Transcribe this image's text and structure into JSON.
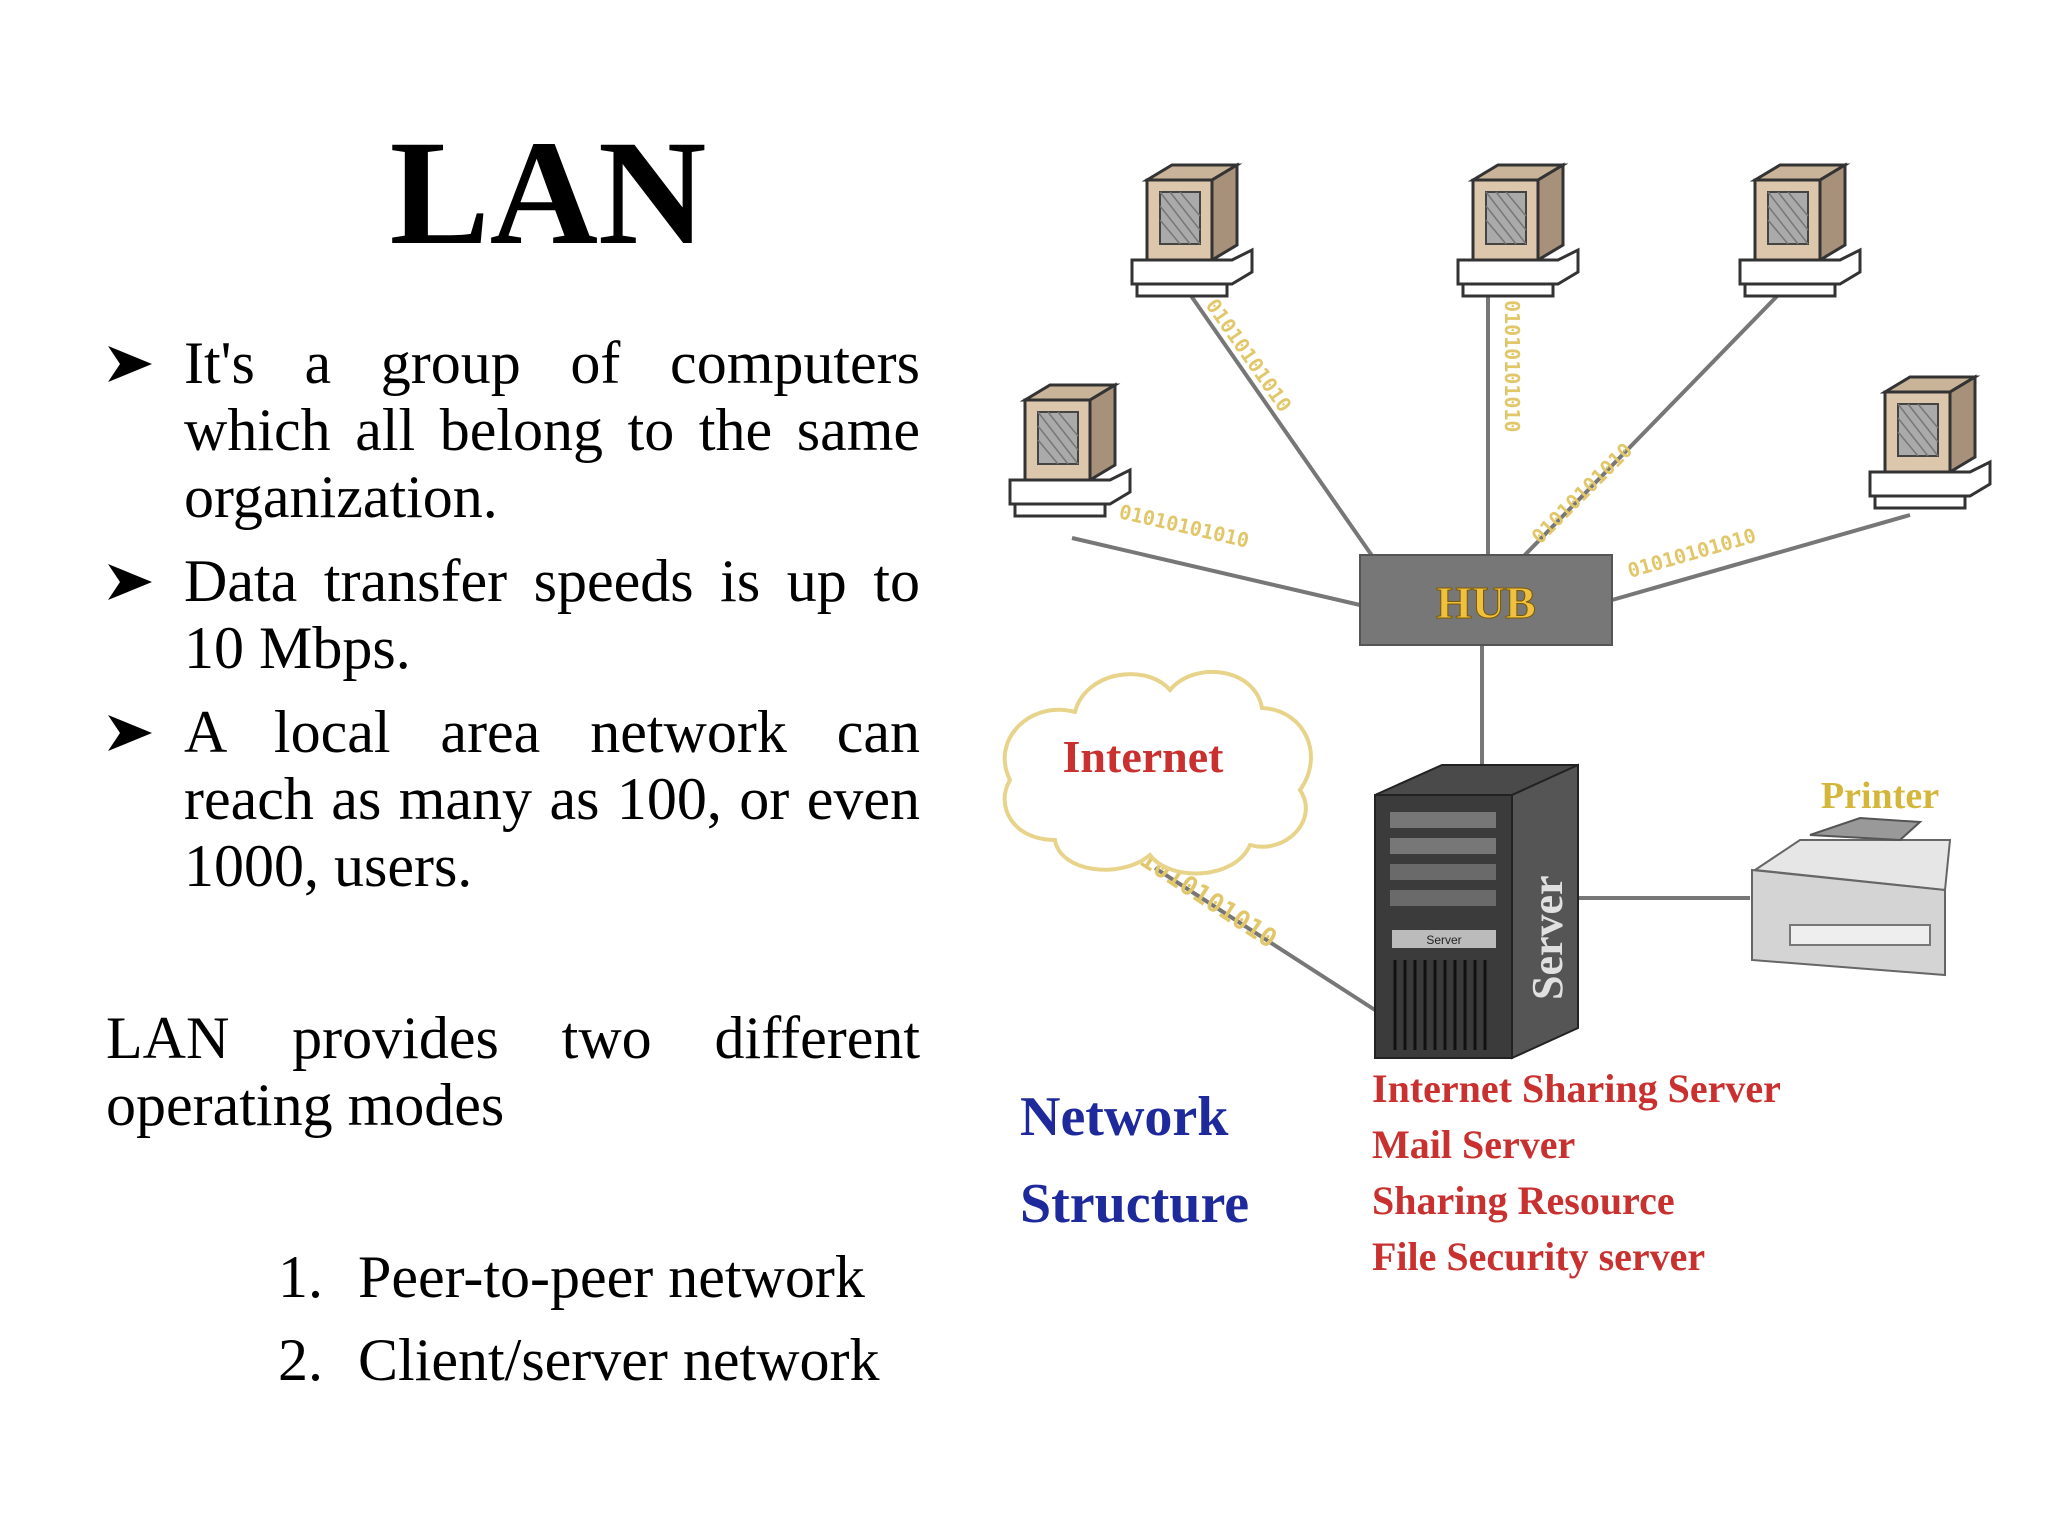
{
  "slide": {
    "title": "LAN",
    "bullets": [
      "It's a group of computers which all belong to the same organization.",
      "Data transfer speeds is up to 10 Mbps.",
      " A local area network can reach as many as 100, or even 1000, users."
    ],
    "paragraph": "LAN provides  two different operating modes",
    "modes": [
      {
        "num": "1.",
        "label": "Peer-to-peer network"
      },
      {
        "num": "2.",
        "label": "Client/server network"
      }
    ]
  },
  "diagram": {
    "hub_label": "HUB",
    "internet_label": "Internet",
    "printer_label": "Printer",
    "server_label": "Server",
    "server_badge": "Server",
    "caption_line1": "Network",
    "caption_line2": "Structure",
    "server_roles": [
      "Internet Sharing Server",
      "Mail Server",
      "Sharing Resource",
      "File Security server"
    ],
    "bits_text": "01010101010",
    "colors": {
      "red_text": "#c8312f",
      "blue_text": "#1e2a9c",
      "printer_text": "#d4b63a",
      "hub_fill": "#777777",
      "hub_text": "#f0c040",
      "cloud_stroke": "#e7d48a",
      "bits": "#e2c76a"
    }
  }
}
